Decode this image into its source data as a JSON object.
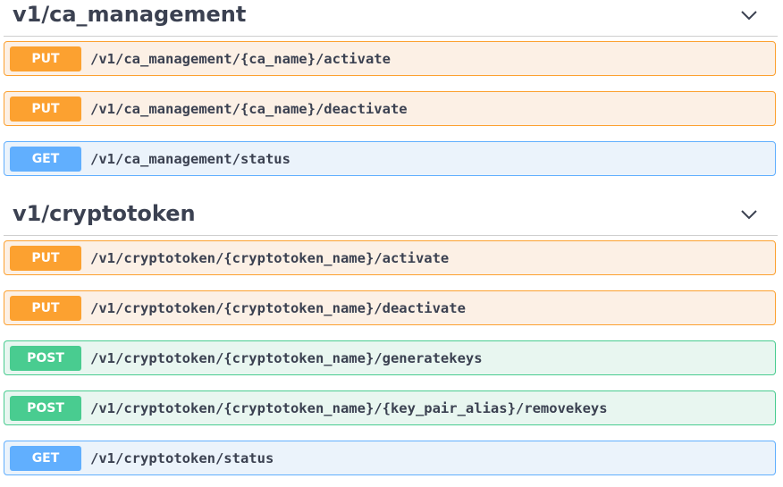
{
  "sections": [
    {
      "title": "v1/ca_management",
      "toggle_icon": "chevron-down-icon",
      "operations": [
        {
          "method": "PUT",
          "path": "/v1/ca_management/{ca_name}/activate"
        },
        {
          "method": "PUT",
          "path": "/v1/ca_management/{ca_name}/deactivate"
        },
        {
          "method": "GET",
          "path": "/v1/ca_management/status"
        }
      ]
    },
    {
      "title": "v1/cryptotoken",
      "toggle_icon": "chevron-down-icon",
      "operations": [
        {
          "method": "PUT",
          "path": "/v1/cryptotoken/{cryptotoken_name}/activate"
        },
        {
          "method": "PUT",
          "path": "/v1/cryptotoken/{cryptotoken_name}/deactivate"
        },
        {
          "method": "POST",
          "path": "/v1/cryptotoken/{cryptotoken_name}/generatekeys"
        },
        {
          "method": "POST",
          "path": "/v1/cryptotoken/{cryptotoken_name}/{key_pair_alias}/removekeys"
        },
        {
          "method": "GET",
          "path": "/v1/cryptotoken/status"
        }
      ]
    }
  ],
  "colors": {
    "put": "#fca130",
    "get": "#61affe",
    "post": "#49cc90",
    "title": "#3b4151"
  }
}
